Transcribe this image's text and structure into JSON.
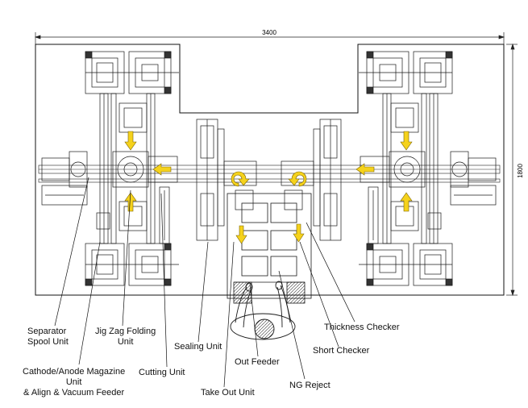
{
  "dimensions": {
    "width": "3400",
    "height": "1800"
  },
  "labels": {
    "separator_spool_unit": [
      "Separator",
      "Spool Unit"
    ],
    "jig_zag_folding_unit": [
      "Jig Zag Folding",
      "Unit"
    ],
    "cathode_anode_magazine": [
      "Cathode/Anode Magazine",
      "Unit",
      "& Align & Vacuum Feeder"
    ],
    "cutting_unit": "Cutting Unit",
    "sealing_unit": "Sealing Unit",
    "take_out_unit": "Take Out Unit",
    "out_feeder": "Out Feeder",
    "ng_reject": "NG Reject",
    "short_checker": "Short Checker",
    "thickness_checker": "Thickness Checker"
  },
  "colors": {
    "line": "#1a1a1a",
    "arrow_fill": "#f5d21c",
    "arrow_stroke": "#7a6300"
  }
}
